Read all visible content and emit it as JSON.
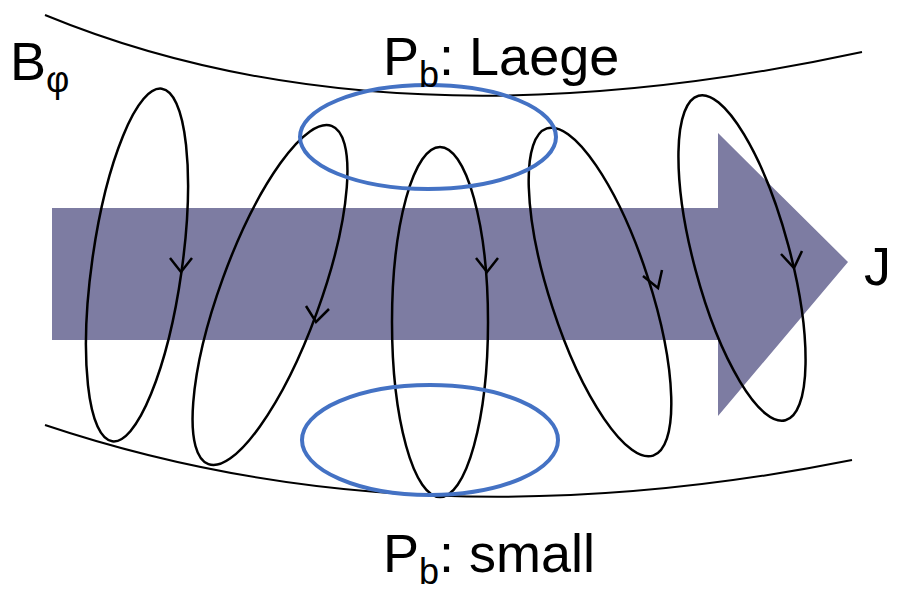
{
  "diagram": {
    "labels": [
      "B",
      "φ",
      "P",
      "b",
      ": Laege",
      "J",
      "P",
      "b",
      ": small"
    ]
  }
}
